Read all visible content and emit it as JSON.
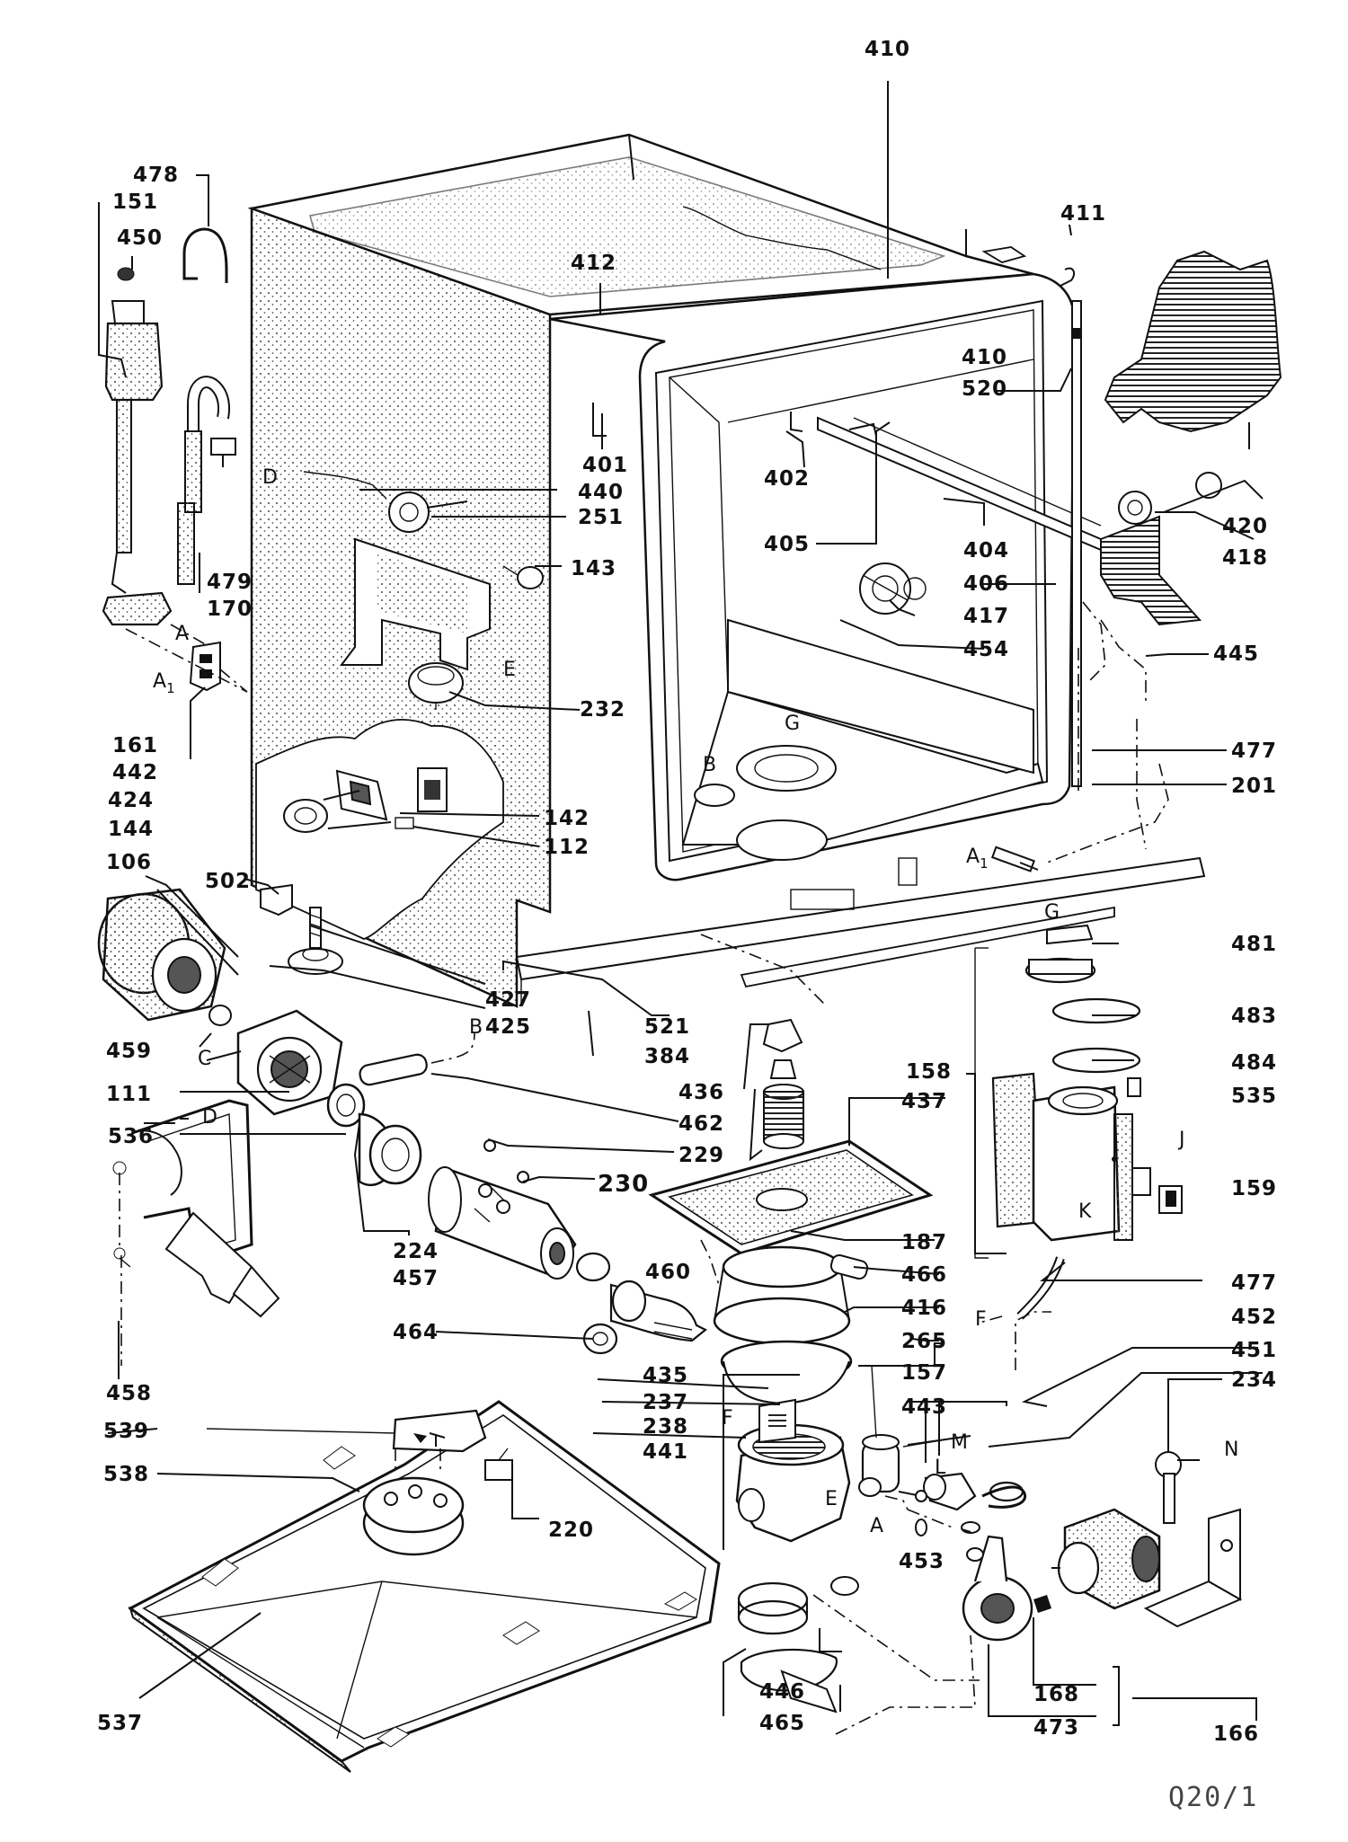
{
  "drawing": {
    "reference": "Q20/1"
  },
  "part_numbers": [
    "410",
    "478",
    "151",
    "450",
    "412",
    "411",
    "410",
    "520",
    "401",
    "440",
    "251",
    "402",
    "405",
    "404",
    "406",
    "420",
    "418",
    "143",
    "479",
    "170",
    "417",
    "454",
    "445",
    "232",
    "161",
    "442",
    "477",
    "201",
    "424",
    "142",
    "144",
    "112",
    "106",
    "502",
    "481",
    "427",
    "425",
    "521",
    "384",
    "459",
    "483",
    "484",
    "158",
    "535",
    "111",
    "436",
    "462",
    "437",
    "536",
    "229",
    "230",
    "159",
    "224",
    "457",
    "187",
    "466",
    "477",
    "460",
    "416",
    "464",
    "452",
    "265",
    "451",
    "435",
    "157",
    "234",
    "237",
    "238",
    "443",
    "539",
    "441",
    "538",
    "220",
    "453",
    "458",
    "446",
    "168",
    "537",
    "465",
    "473",
    "166"
  ],
  "letters": [
    "D",
    "A",
    "A1",
    "E",
    "G",
    "B",
    "A1",
    "G",
    "C",
    "B",
    "D",
    "J",
    "K",
    "F",
    "F",
    "M",
    "L",
    "E",
    "A",
    "N"
  ]
}
